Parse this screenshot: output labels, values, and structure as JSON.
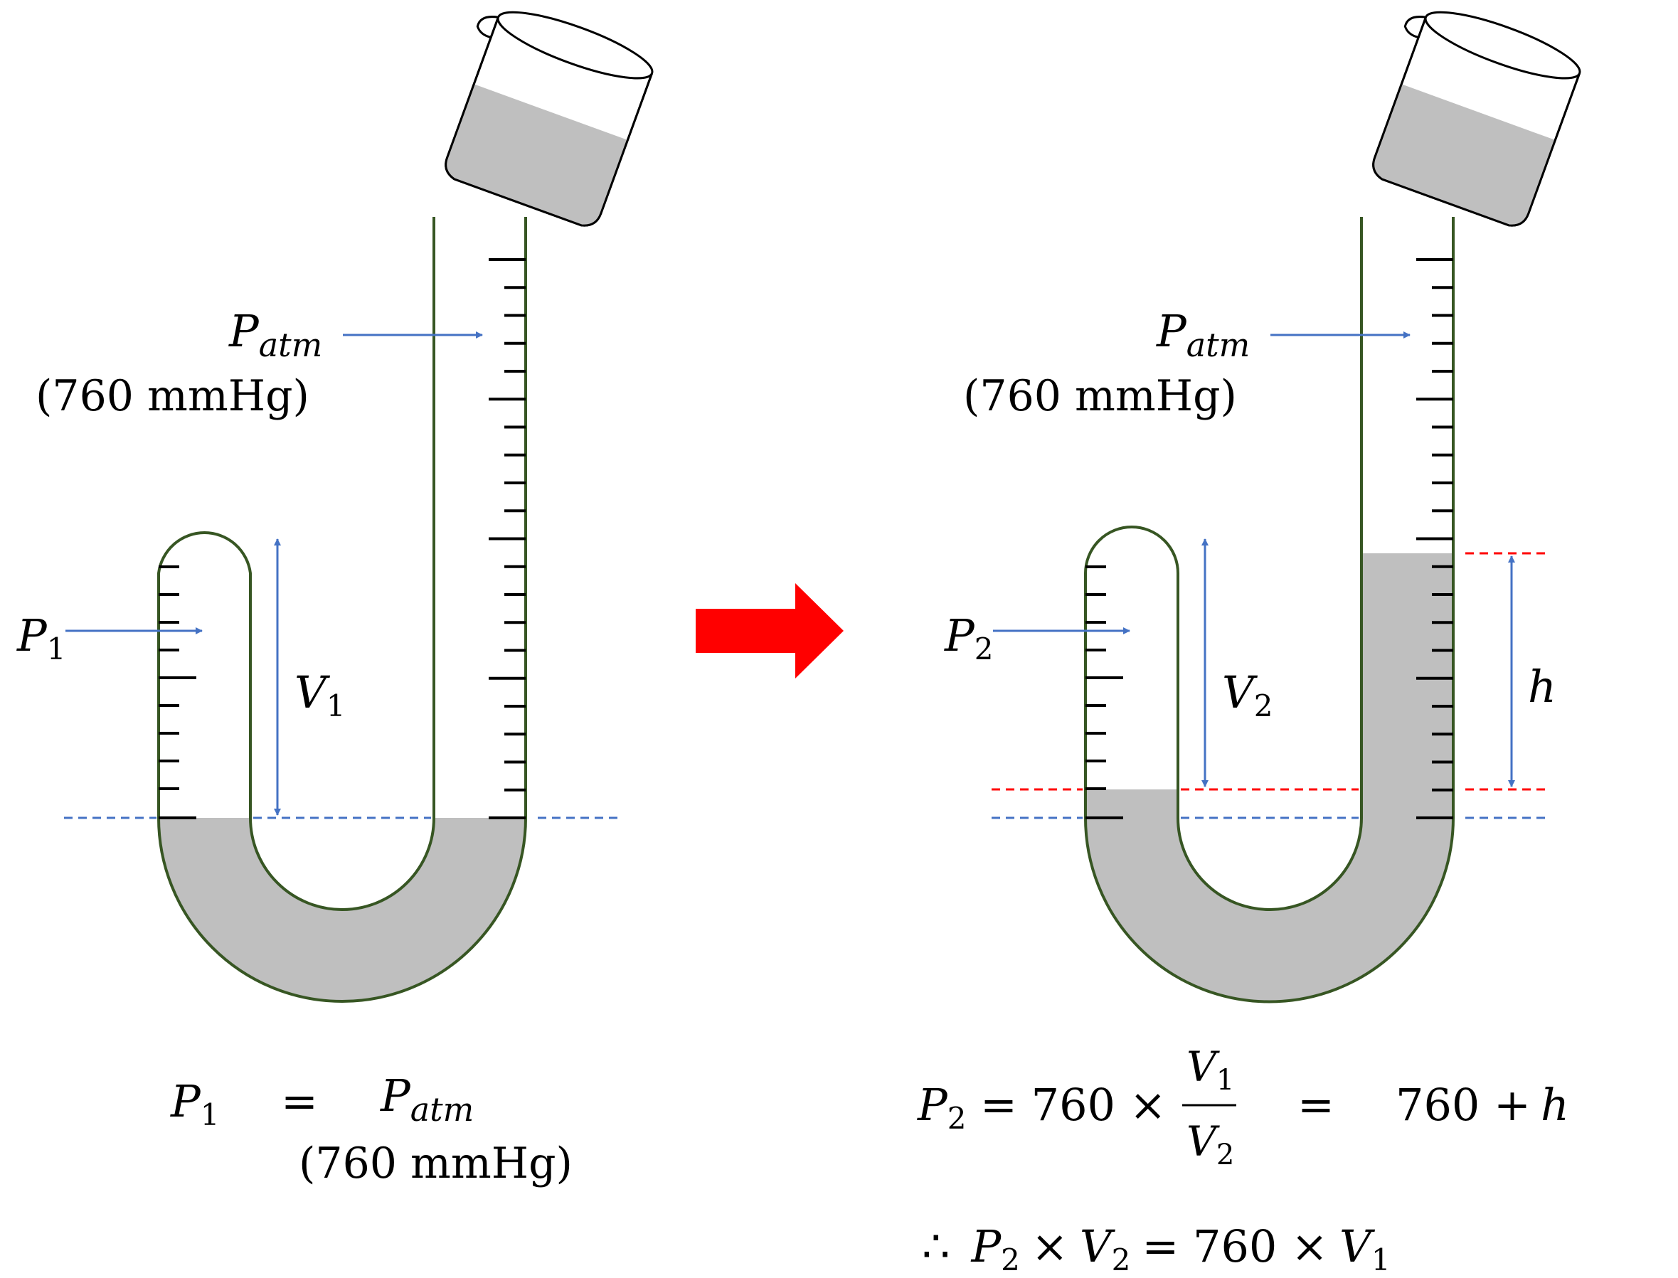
{
  "colors": {
    "tube": "#375623",
    "mercury": "#bfbfbf",
    "arrow": "#4472c4",
    "level_red": "#ff0000",
    "big_arrow": "#ff0000"
  },
  "left": {
    "p_label": {
      "sym": "P",
      "sub": "1"
    },
    "patm_label": {
      "sym": "P",
      "sub": "atm"
    },
    "patm_value": "(760 mmHg)",
    "v_label": {
      "sym": "V",
      "sub": "1"
    },
    "equation": {
      "lhs_sym": "P",
      "lhs_sub": "1",
      "eq": "=",
      "rhs_sym": "P",
      "rhs_sub": "atm",
      "rhs_value": "(760 mmHg)"
    }
  },
  "right": {
    "p_label": {
      "sym": "P",
      "sub": "2"
    },
    "patm_label": {
      "sym": "P",
      "sub": "atm"
    },
    "patm_value": "(760 mmHg)",
    "v_label": {
      "sym": "V",
      "sub": "2"
    },
    "h_label": "h",
    "equation1": {
      "lhs_sym": "P",
      "lhs_sub": "2",
      "eq1": "= 760 ×",
      "frac_num_sym": "V",
      "frac_num_sub": "1",
      "frac_den_sym": "V",
      "frac_den_sub": "2",
      "eq2": "=",
      "rhs": "760 +",
      "rhs_h": "h"
    },
    "equation2": {
      "therefore": "∴",
      "p_sym": "P",
      "p_sub": "2",
      "times1": "×",
      "v2_sym": "V",
      "v2_sub": "2",
      "eq_760": "= 760 ×",
      "v1_sym": "V",
      "v1_sub": "1"
    }
  }
}
